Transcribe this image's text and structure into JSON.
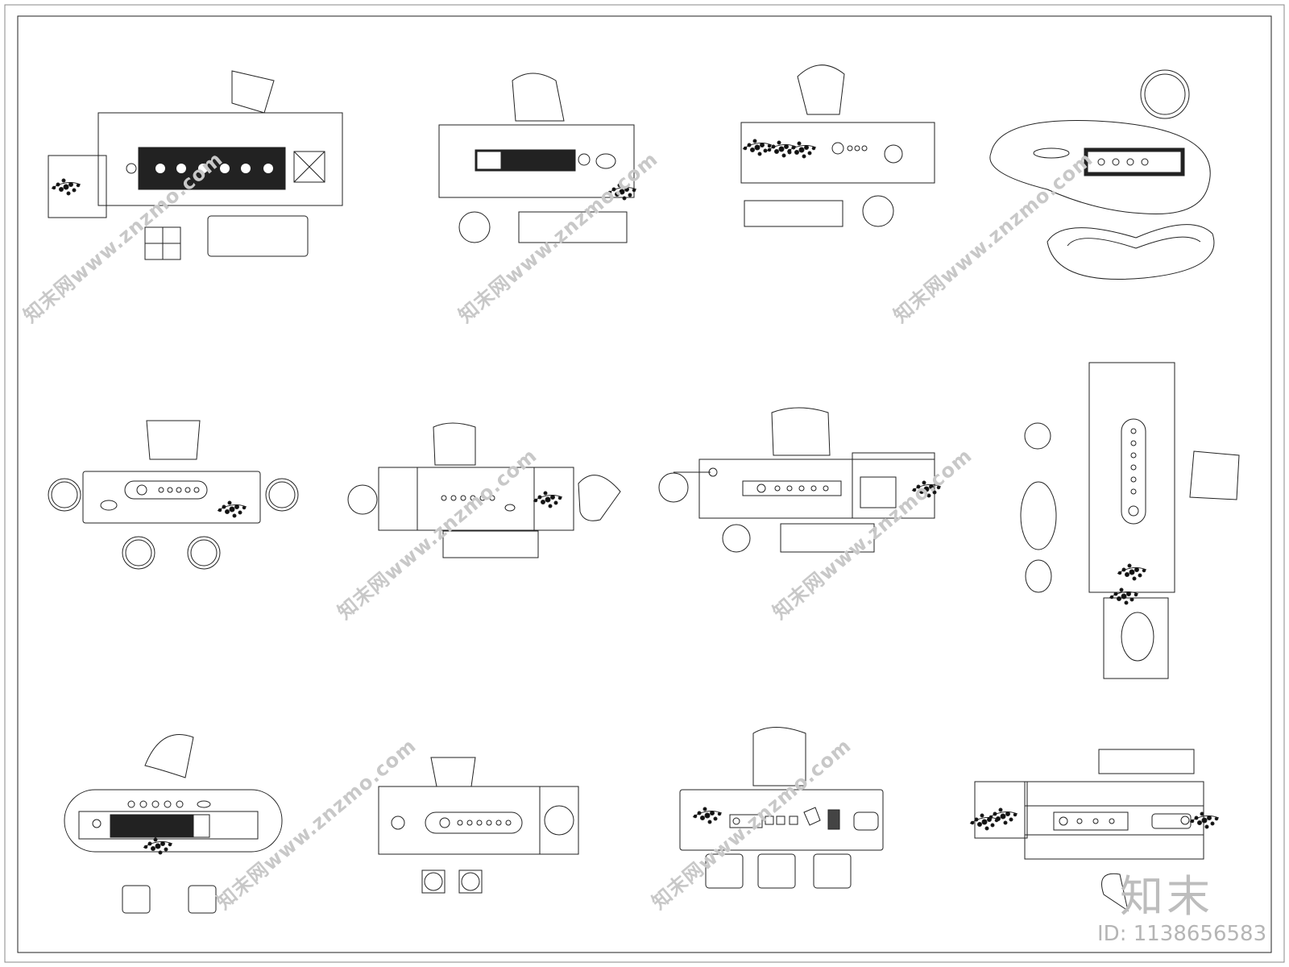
{
  "watermark": {
    "text": "知末网www.znzmo.com"
  },
  "brand": {
    "logo": "知末",
    "id_label": "ID: 1138656583"
  },
  "icons": {
    "plant": "plant-icon",
    "chair": "chair-icon",
    "stool": "stool-icon",
    "tea-set": "tea-set-icon"
  }
}
